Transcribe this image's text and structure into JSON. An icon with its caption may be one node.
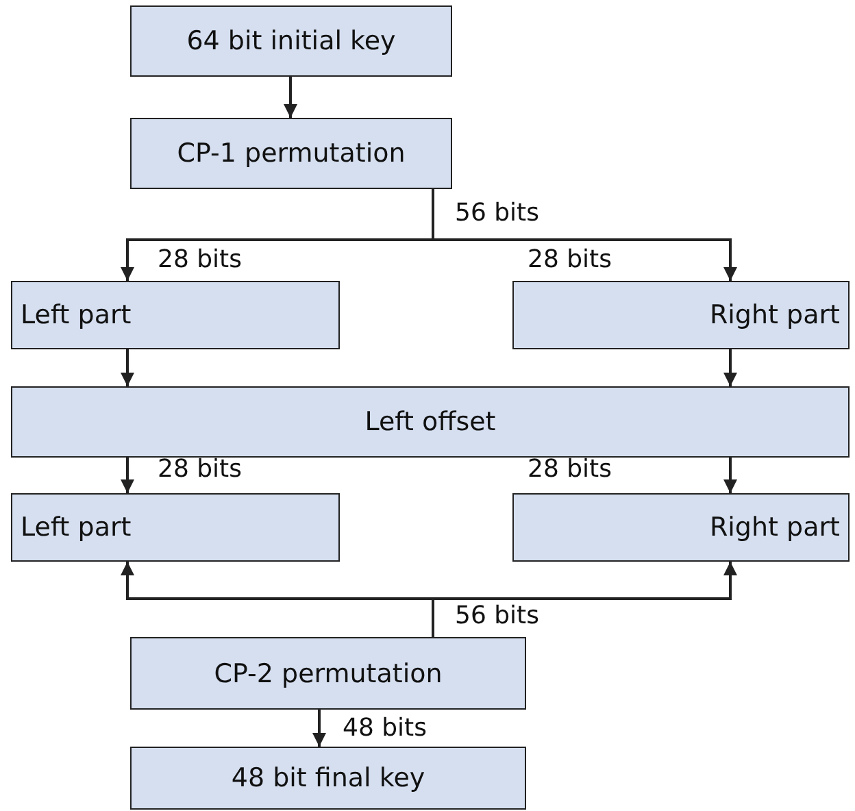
{
  "diagram": {
    "nodes": [
      {
        "text": [
          "64 bit initial key"
        ]
      },
      {
        "text": [
          "CP-1 permutation"
        ]
      },
      {
        "text": [
          "Left part"
        ]
      },
      {
        "text": [
          "Right part"
        ]
      },
      {
        "text": [
          "Left offset"
        ]
      },
      {
        "text": [
          "Left part"
        ]
      },
      {
        "text": [
          "Right part"
        ]
      },
      {
        "text": [
          "CP-2 permutation"
        ]
      },
      {
        "text": [
          "48 bit final key"
        ]
      }
    ],
    "edges": [
      {
        "from": 0,
        "to": 1,
        "arrow": "to"
      },
      {
        "from": 1,
        "to": 2,
        "arrow": "to",
        "label": "28 bits"
      },
      {
        "from": 1,
        "to": 3,
        "arrow": "to",
        "label": "28 bits"
      },
      {
        "from": 2,
        "to": 4,
        "arrow": "to"
      },
      {
        "from": 3,
        "to": 4,
        "arrow": "to"
      },
      {
        "from": 4,
        "to": 5,
        "arrow": "to",
        "label": "28 bits"
      },
      {
        "from": 4,
        "to": 6,
        "arrow": "to",
        "label": "28 bits"
      },
      {
        "from": 7,
        "to": 5,
        "arrow": "to"
      },
      {
        "from": 7,
        "to": 6,
        "arrow": "to"
      },
      {
        "from": 7,
        "to": 8,
        "arrow": "to",
        "label": "48 bits"
      }
    ],
    "labels": [
      "56 bits",
      "56 bits"
    ]
  }
}
